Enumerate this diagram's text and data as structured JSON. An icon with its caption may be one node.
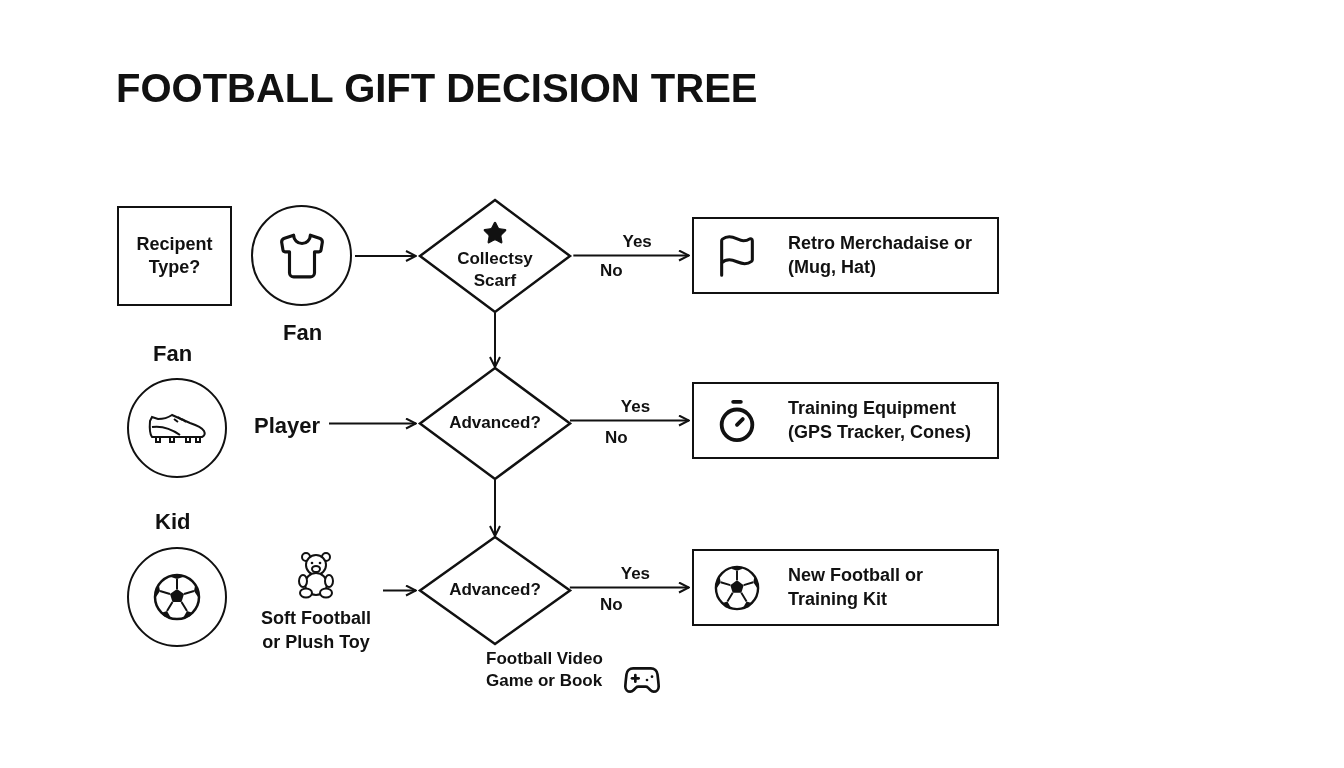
{
  "diagram": {
    "title": "FOOTBALL GIFT DECISION TREE",
    "nodes": [
      {
        "text": [
          "Recipent Type?"
        ]
      },
      {
        "text": [],
        "shape": "circle",
        "beside": [
          "Fan"
        ]
      },
      {
        "text": [
          "Collectsy Scarf"
        ]
      },
      {
        "text": [
          "Retro Merchadaise or (Mug, Hat)"
        ]
      },
      {
        "text": [],
        "shape": "circle",
        "beside": [
          "Fan"
        ]
      },
      {
        "text": [
          "Player"
        ]
      },
      {
        "text": [
          "Advanced?"
        ]
      },
      {
        "text": [
          "Training Equipment (GPS Tracker, Cones)"
        ]
      },
      {
        "text": [],
        "shape": "circle",
        "beside": [
          "Kid"
        ]
      },
      {
        "text": [
          "Soft Football or Plush Toy"
        ]
      },
      {
        "text": [
          "Advanced?"
        ]
      },
      {
        "text": [
          "New Football or Training Kit"
        ]
      }
    ],
    "edges": [
      {
        "from": 1,
        "to": 2,
        "arrow": "to"
      },
      {
        "from": 2,
        "to": 3,
        "arrow": "to",
        "label": "Yes"
      },
      {
        "from": 2,
        "to": 6,
        "arrow": "to"
      },
      {
        "from": 5,
        "to": 6,
        "arrow": "to"
      },
      {
        "from": 6,
        "to": 7,
        "arrow": "to",
        "label": "Yes"
      },
      {
        "from": 6,
        "to": 10,
        "arrow": "to"
      },
      {
        "from": 9,
        "to": 10,
        "arrow": "to"
      },
      {
        "from": 10,
        "to": 11,
        "arrow": "to",
        "label": "Yes"
      }
    ],
    "labels": [
      "No",
      "No",
      "No",
      "Football Video Game or Book"
    ]
  }
}
